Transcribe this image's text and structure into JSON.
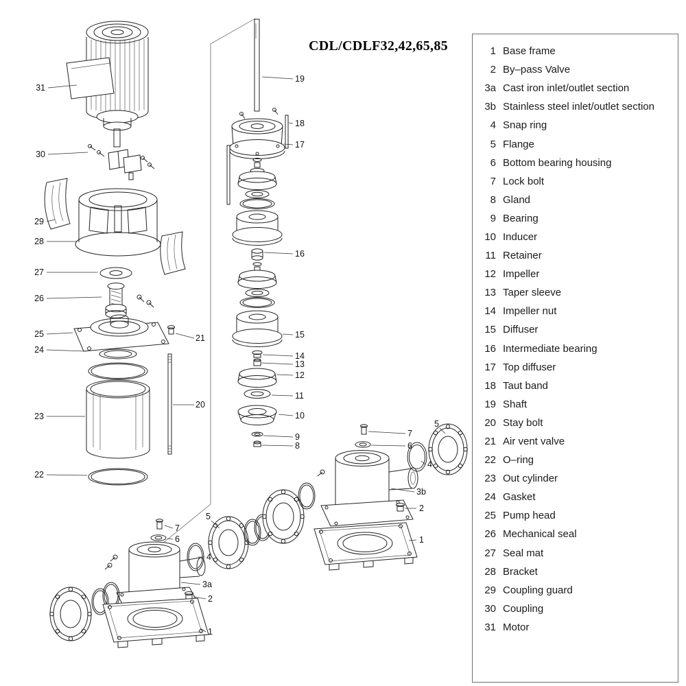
{
  "title": "CDL/CDLF32,42,65,85",
  "parts_list": {
    "items": [
      {
        "num": "1",
        "label": "Base frame"
      },
      {
        "num": "2",
        "label": "By–pass Valve"
      },
      {
        "num": "3a",
        "label": "Cast iron inlet/outlet section"
      },
      {
        "num": "3b",
        "label": "Stainless steel inlet/outlet section"
      },
      {
        "num": "4",
        "label": "Snap ring"
      },
      {
        "num": "5",
        "label": "Flange"
      },
      {
        "num": "6",
        "label": "Bottom bearing housing"
      },
      {
        "num": "7",
        "label": "Lock bolt"
      },
      {
        "num": "8",
        "label": "Gland"
      },
      {
        "num": "9",
        "label": "Bearing"
      },
      {
        "num": "10",
        "label": "Inducer"
      },
      {
        "num": "11",
        "label": "Retainer"
      },
      {
        "num": "12",
        "label": "Impeller"
      },
      {
        "num": "13",
        "label": "Taper sleeve"
      },
      {
        "num": "14",
        "label": "Impeller nut"
      },
      {
        "num": "15",
        "label": "Diffuser"
      },
      {
        "num": "16",
        "label": "Intermediate bearing"
      },
      {
        "num": "17",
        "label": "Top diffuser"
      },
      {
        "num": "18",
        "label": "Taut band"
      },
      {
        "num": "19",
        "label": "Shaft"
      },
      {
        "num": "20",
        "label": "Stay bolt"
      },
      {
        "num": "21",
        "label": "Air vent valve"
      },
      {
        "num": "22",
        "label": "O–ring"
      },
      {
        "num": "23",
        "label": "Out cylinder"
      },
      {
        "num": "24",
        "label": "Gasket"
      },
      {
        "num": "25",
        "label": "Pump head"
      },
      {
        "num": "26",
        "label": "Mechanical seal"
      },
      {
        "num": "27",
        "label": "Seal mat"
      },
      {
        "num": "28",
        "label": "Bracket"
      },
      {
        "num": "29",
        "label": "Coupling guard"
      },
      {
        "num": "30",
        "label": "Coupling"
      },
      {
        "num": "31",
        "label": "Motor"
      }
    ]
  },
  "callouts": {
    "n1": "1",
    "n2": "2",
    "n3a": "3a",
    "n3b": "3b",
    "n4": "4",
    "n5": "5",
    "n6": "6",
    "n7": "7",
    "n8": "8",
    "n9": "9",
    "n10": "10",
    "n11": "11",
    "n12": "12",
    "n13": "13",
    "n14": "14",
    "n15": "15",
    "n16": "16",
    "n17": "17",
    "n18": "18",
    "n19": "19",
    "n20": "20",
    "n21": "21",
    "n22": "22",
    "n23": "23",
    "n24": "24",
    "n25": "25",
    "n26": "26",
    "n27": "27",
    "n28": "28",
    "n29": "29",
    "n30": "30",
    "n31": "31"
  }
}
